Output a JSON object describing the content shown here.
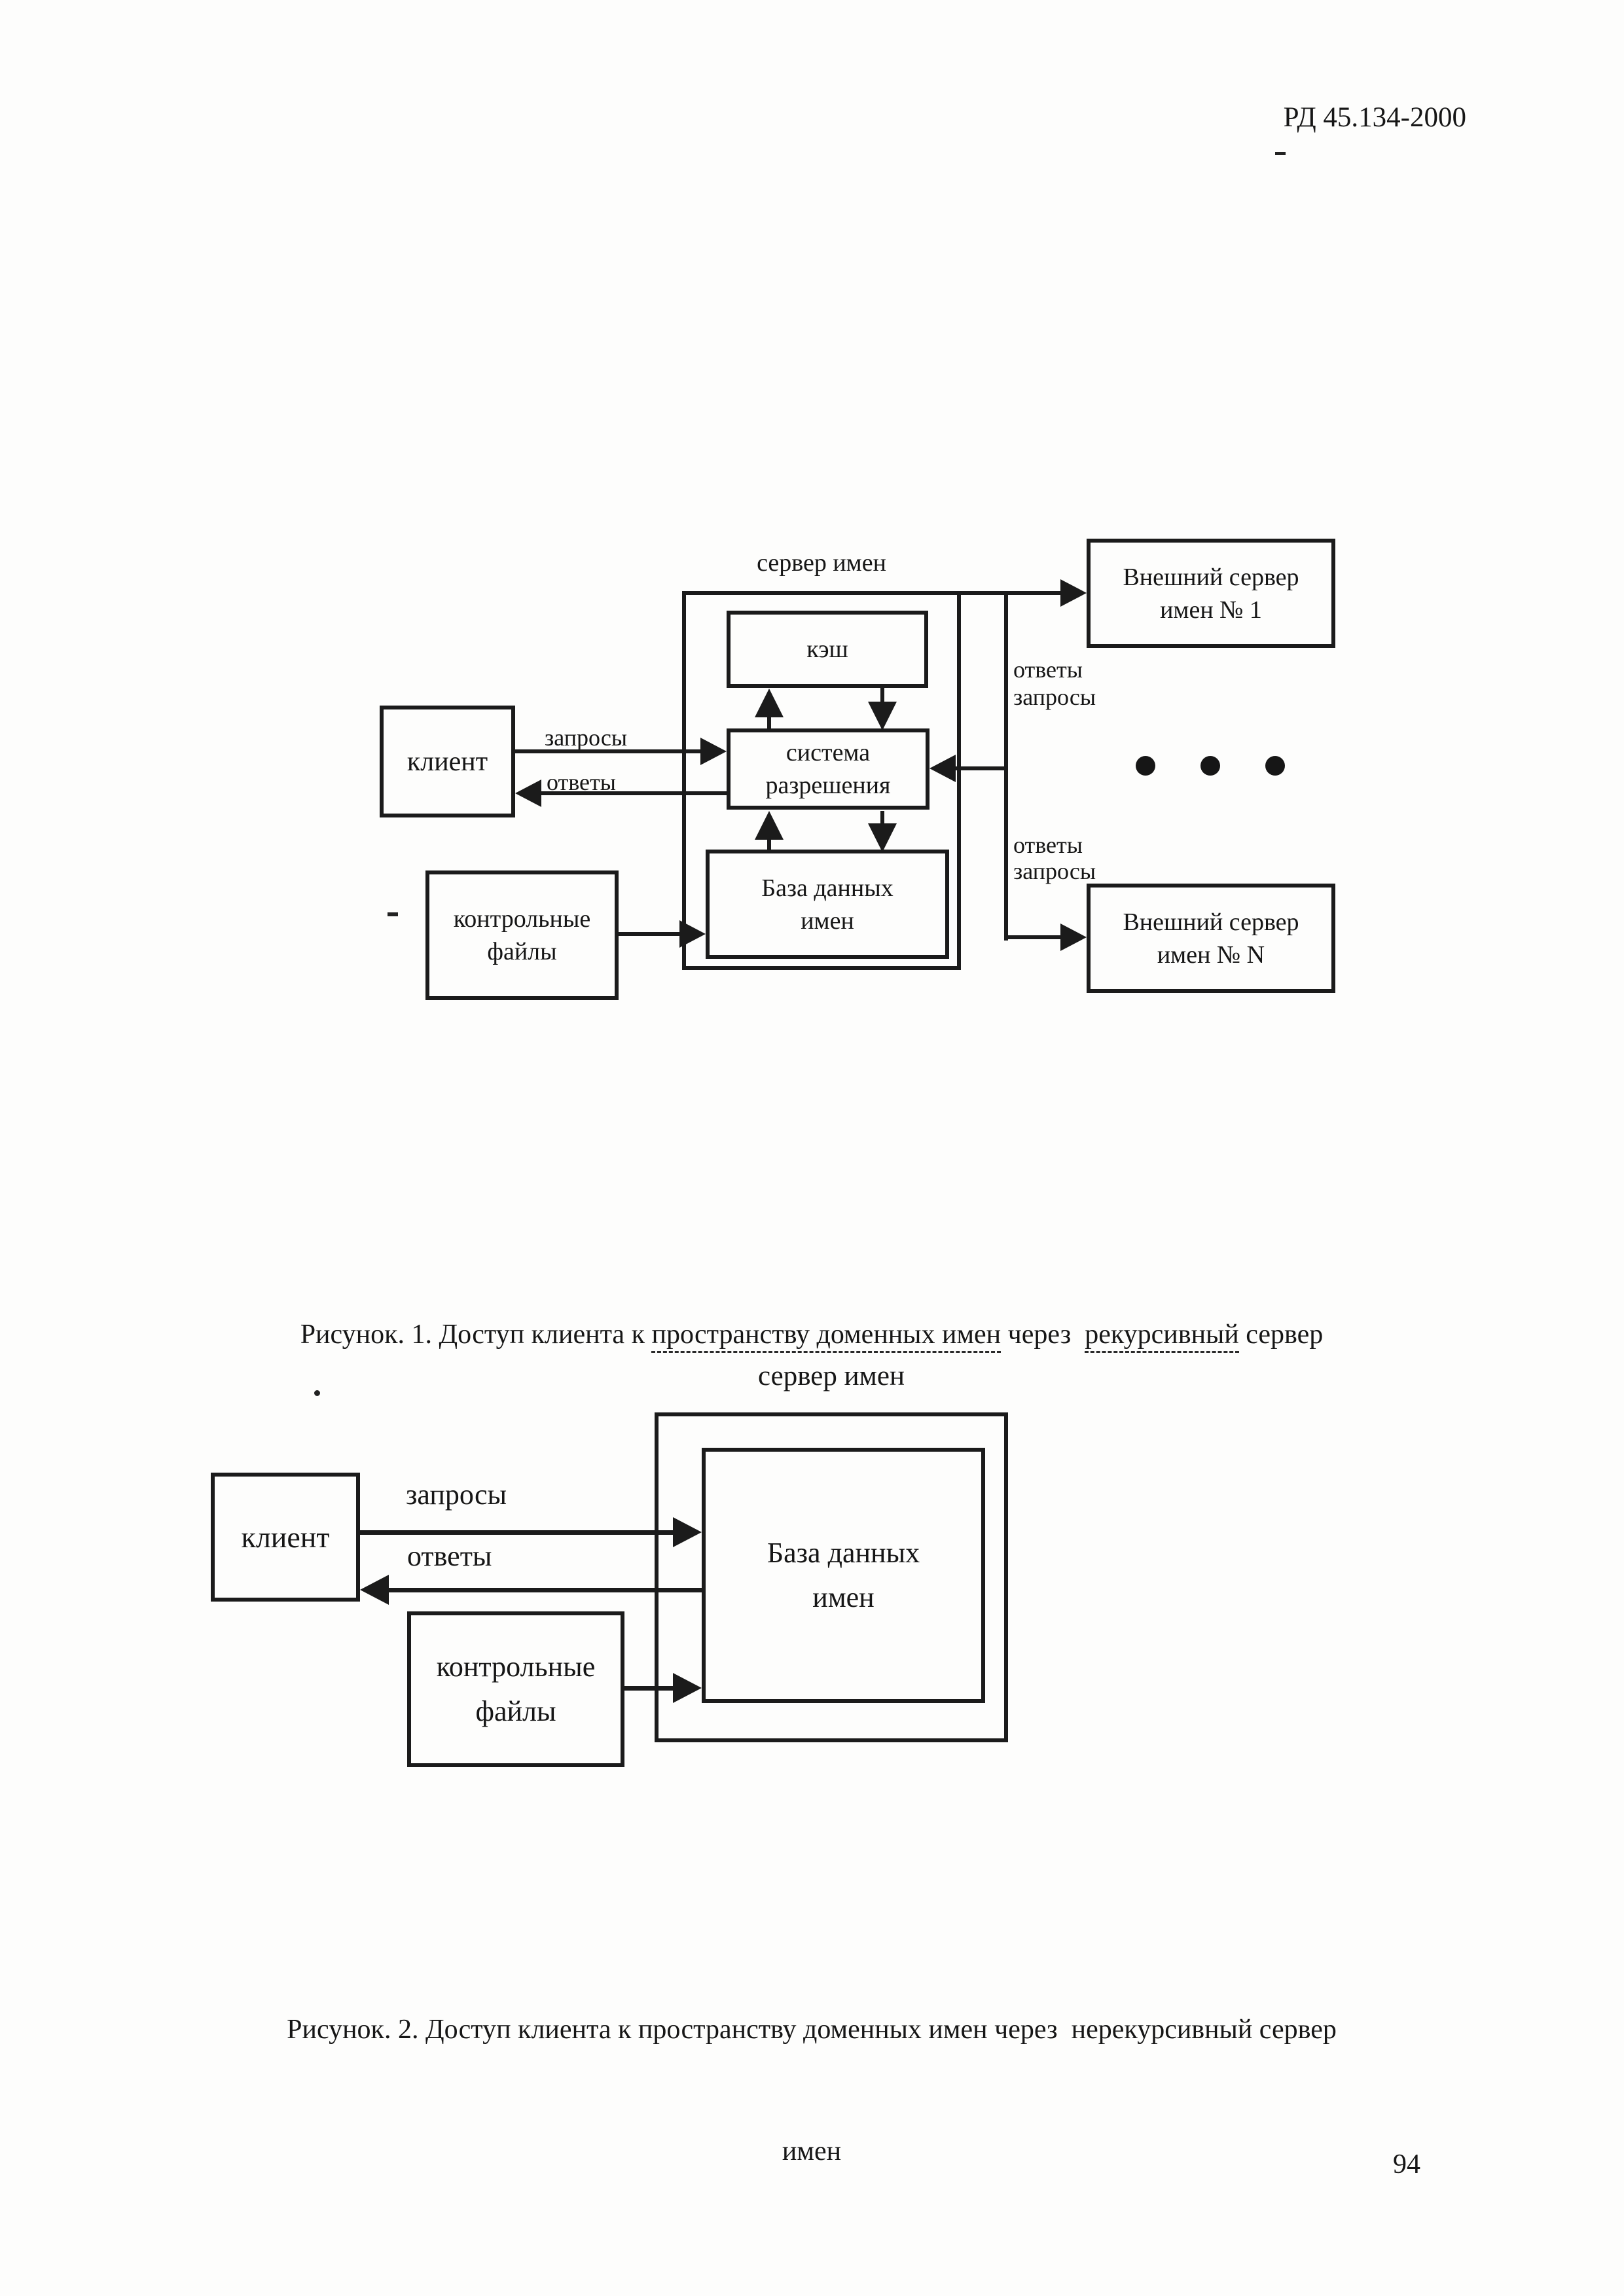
{
  "header": "РД 45.134-2000",
  "page_number": "94",
  "figure1": {
    "server_label": "сервер имен",
    "cache_label": "кэш",
    "resolver": [
      "система",
      "разрешения"
    ],
    "database": [
      "База данных",
      "имен"
    ],
    "client_label": "клиент",
    "requests_label": "запросы",
    "responses_label": "ответы",
    "control_files": [
      "контрольные",
      "файлы"
    ],
    "external_server_1": [
      "Внешний сервер",
      "имен № 1"
    ],
    "external_server_n": [
      "Внешний сервер",
      "имен № N"
    ],
    "link_labels_top": [
      "ответы",
      "запросы"
    ],
    "link_labels_bottom": [
      "ответы",
      "запросы"
    ],
    "caption": {
      "part1": "Рисунок. 1. Доступ клиента к ",
      "underline1": "пространству доменных имен",
      "part2": " через  ",
      "underline2": "рекурсивный",
      "part3": " сервер",
      "line2": "имен"
    }
  },
  "figure2": {
    "server_label": "сервер имен",
    "database": [
      "База данных",
      "имен"
    ],
    "client_label": "клиент",
    "requests_label": "запросы",
    "responses_label": "ответы",
    "control_files": [
      "контрольные",
      "файлы"
    ],
    "caption": {
      "line1": "Рисунок. 2. Доступ клиента к пространству доменных имен через  нерекурсивный сервер",
      "line2": "имен"
    }
  }
}
